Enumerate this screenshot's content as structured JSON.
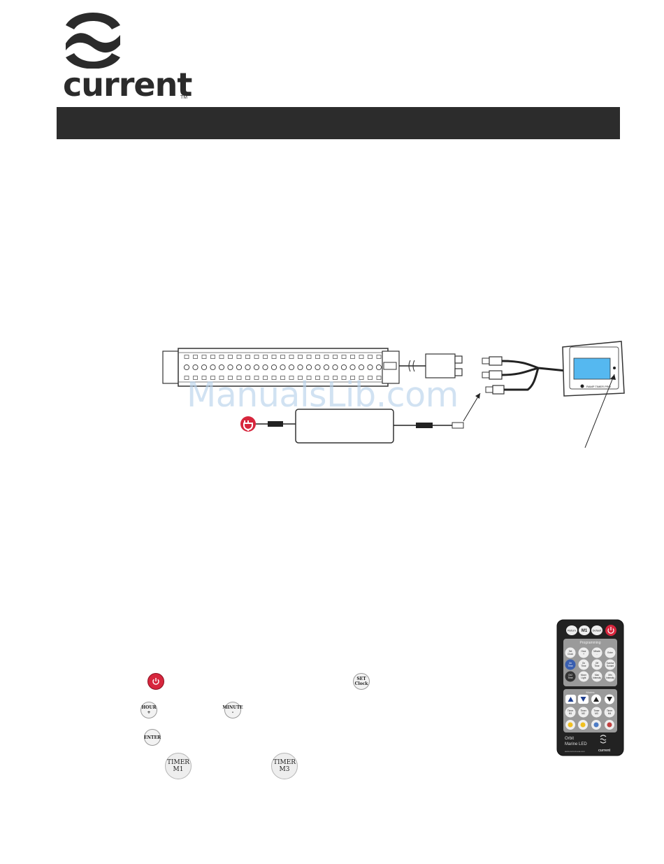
{
  "brand": {
    "name": "current",
    "trademark": "TM"
  },
  "watermark": {
    "text": "ManualsLib.com"
  },
  "diagram": {
    "timer_label": "RAMP TIMER PRO"
  },
  "buttons": {
    "set_clock": [
      "SET",
      "Clock"
    ],
    "hour": [
      "HOUR",
      "+"
    ],
    "minute": [
      "MINUTE",
      "-"
    ],
    "enter": [
      "ENTER"
    ],
    "timer_m1": [
      "TIMER",
      "M1"
    ],
    "timer_m3": [
      "TIMER",
      "M3"
    ]
  },
  "remote": {
    "top_buttons": [
      "Return",
      "M1",
      "Default"
    ],
    "section_programming": "Programming",
    "programming_buttons": [
      "Set Clock",
      "Hour +",
      "Minute -",
      "Enter",
      "On Time",
      "On Time",
      "Off Time",
      "Sunrise Sunset",
      "Ch2 Time",
      "Moon Light",
      "Max Intensity",
      "Min Intensity"
    ],
    "section_modes": "Modes",
    "timer_buttons": [
      "Timer M1",
      "Timer M2",
      "Timer M3",
      "Timer M4"
    ],
    "product_name_line1": "Orbit",
    "product_name_line2": "Marine LED",
    "website": "www.current-usa.com",
    "brand": "current"
  },
  "colors": {
    "header_bar": "#2c2c2c",
    "power_red": "#d7263d",
    "screen_blue": "#55b8f0",
    "watermark": "#b9d3ec"
  }
}
